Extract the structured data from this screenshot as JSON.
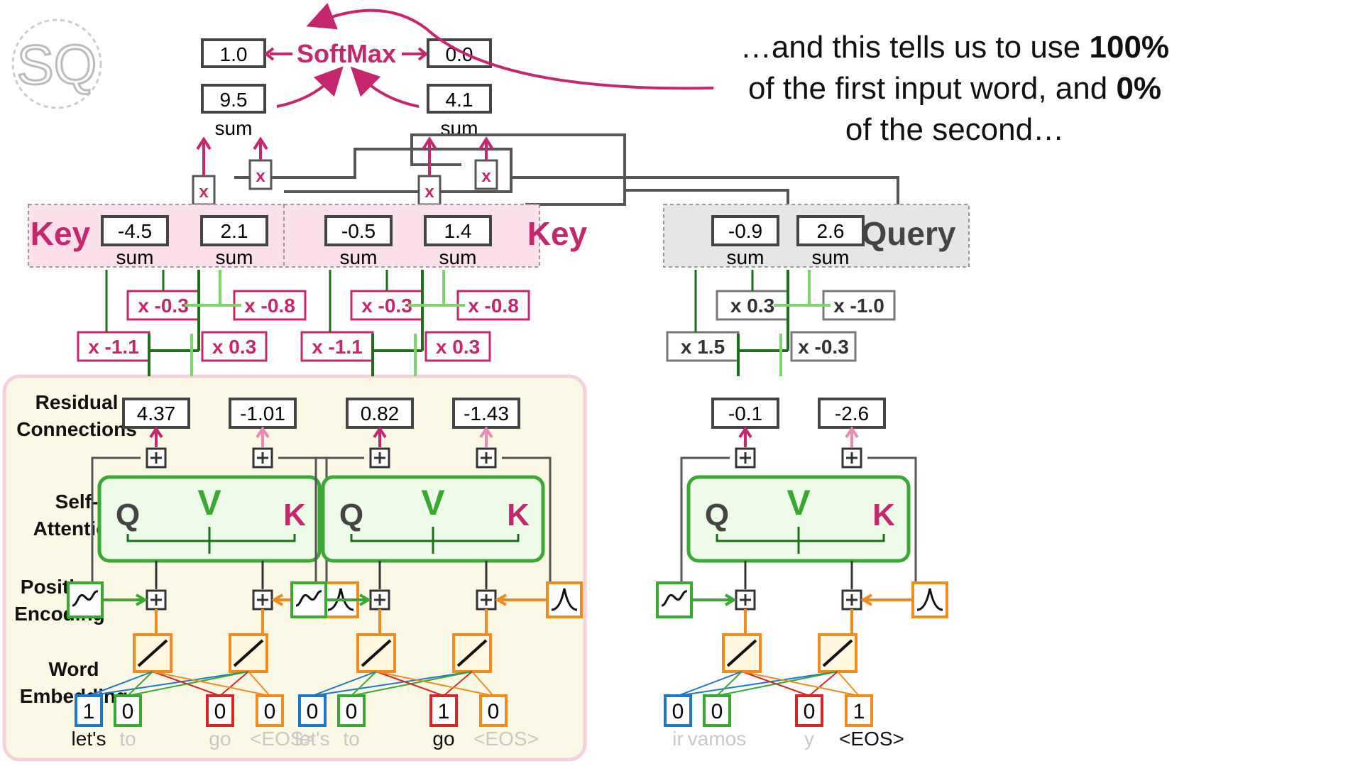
{
  "caption": {
    "line1_pre": "…and this tells us to use ",
    "line1_bold": "100%",
    "line2_pre": "of the first input word, and ",
    "line2_bold": "0%",
    "line3": "of the second…"
  },
  "logo": {
    "letters": "SQ"
  },
  "softmax": {
    "label": "SoftMax",
    "out_left": "1.0",
    "out_right": "0.0",
    "in_left": "9.5",
    "in_right": "4.1",
    "sum_label": "sum",
    "mult_symbol": "x"
  },
  "side_labels": {
    "residual": [
      "Residual",
      "Connections"
    ],
    "self_attention": [
      "Self-",
      "Attention"
    ],
    "position": [
      "Position",
      "Encoding"
    ],
    "embedding": [
      "Word",
      "Embedding"
    ]
  },
  "key1": {
    "label": "Key",
    "v1": "-4.5",
    "v2": "2.1",
    "sum": "sum",
    "w_a": "x -0.3",
    "w_b": "x -0.8",
    "w_c": "x -1.1",
    "w_d": "x 0.3",
    "res1": "4.37",
    "res2": "-1.01",
    "one_hot": [
      "1",
      "0",
      "0",
      "0"
    ],
    "tokens": [
      "let's",
      "to",
      "go",
      "<EOS>"
    ],
    "active_token": 0
  },
  "key2": {
    "label": "Key",
    "v1": "-0.5",
    "v2": "1.4",
    "sum": "sum",
    "w_a": "x -0.3",
    "w_b": "x -0.8",
    "w_c": "x -1.1",
    "w_d": "x 0.3",
    "res1": "0.82",
    "res2": "-1.43",
    "one_hot": [
      "0",
      "0",
      "1",
      "0"
    ],
    "tokens": [
      "let's",
      "to",
      "go",
      "<EOS>"
    ],
    "active_token": 2
  },
  "query": {
    "label": "Query",
    "v1": "-0.9",
    "v2": "2.6",
    "sum": "sum",
    "w_a": "x 0.3",
    "w_b": "x -1.0",
    "w_c": "x 1.5",
    "w_d": "x -0.3",
    "res1": "-0.1",
    "res2": "-2.6",
    "one_hot": [
      "0",
      "0",
      "0",
      "1"
    ],
    "tokens": [
      "ir",
      "vamos",
      "y",
      "<EOS>"
    ],
    "active_token": 3
  },
  "attention": {
    "q": "Q",
    "v": "V",
    "k": "K"
  },
  "colors": {
    "pink": "#c4276d",
    "green": "#3aa832",
    "dark_green": "#1e6e1e",
    "light_green": "#7ed36c",
    "orange": "#f08c1e",
    "blue": "#1f77c8",
    "red": "#d62728",
    "panel_bg": "#fcf8e6",
    "key_bg": "#fbdfea",
    "query_bg": "#e6e6e6"
  }
}
